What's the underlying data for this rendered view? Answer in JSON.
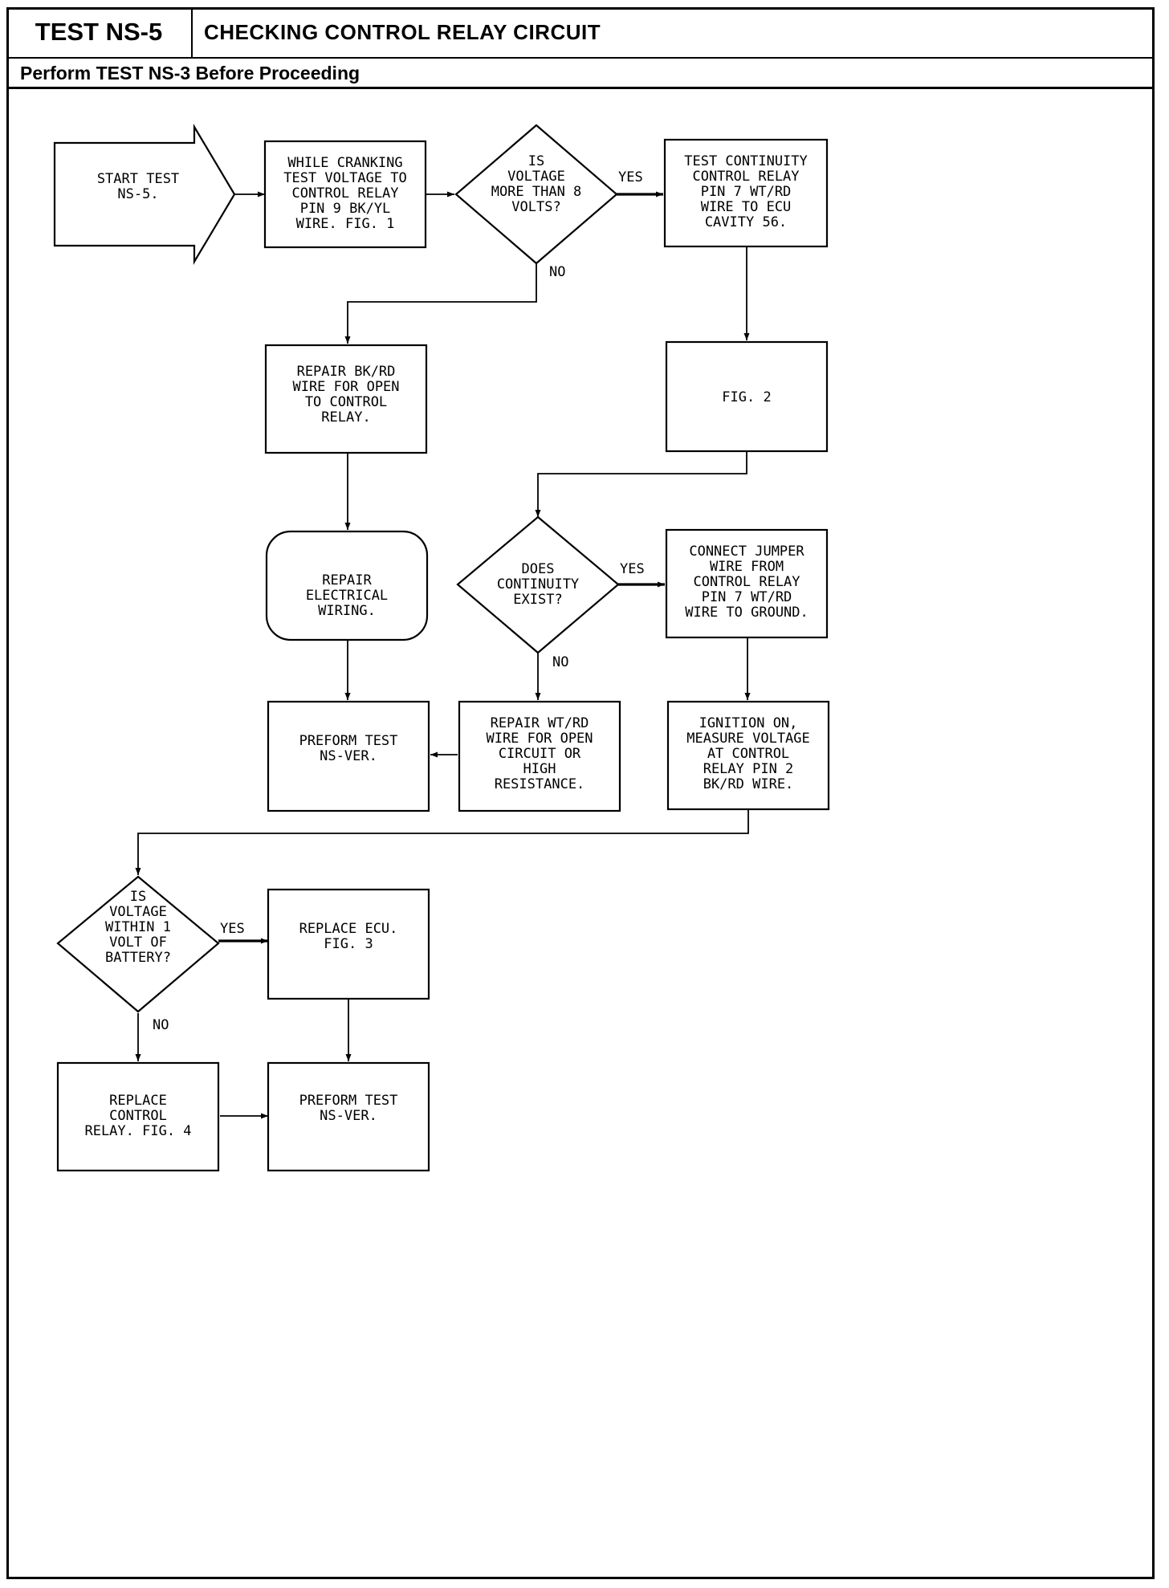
{
  "header": {
    "test_id": "TEST NS-5",
    "title": "CHECKING CONTROL RELAY CIRCUIT",
    "prerequisite": "Perform TEST NS-3 Before Proceeding"
  },
  "flowchart": {
    "start": [
      "START TEST",
      "NS-5."
    ],
    "crank_check": [
      "WHILE CRANKING",
      "TEST VOLTAGE TO",
      "CONTROL RELAY",
      "PIN 9 BK/YL",
      "WIRE. FIG. 1"
    ],
    "q_voltage_8v": [
      "IS",
      "VOLTAGE",
      "MORE THAN 8",
      "VOLTS?"
    ],
    "test_continuity": [
      "TEST CONTINUITY",
      "CONTROL RELAY",
      "PIN 7 WT/RD",
      "WIRE TO ECU",
      "CAVITY 56."
    ],
    "repair_bkrd": [
      "REPAIR BK/RD",
      "WIRE FOR OPEN",
      "TO CONTROL",
      "RELAY."
    ],
    "fig2": [
      "FIG. 2"
    ],
    "repair_wiring": [
      "REPAIR",
      "ELECTRICAL",
      "WIRING."
    ],
    "q_continuity": [
      "DOES",
      "CONTINUITY",
      "EXIST?"
    ],
    "connect_jumper": [
      "CONNECT JUMPER",
      "WIRE FROM",
      "CONTROL RELAY",
      "PIN 7 WT/RD",
      "WIRE TO GROUND."
    ],
    "perform_ver_1": [
      "PREFORM TEST",
      "NS-VER."
    ],
    "repair_wtrd": [
      "REPAIR WT/RD",
      "WIRE FOR OPEN",
      "CIRCUIT OR",
      "HIGH",
      "RESISTANCE."
    ],
    "ignition_on": [
      "IGNITION ON,",
      "MEASURE VOLTAGE",
      "AT CONTROL",
      "RELAY PIN 2",
      "BK/RD WIRE."
    ],
    "q_battery": [
      "IS",
      "VOLTAGE",
      "WITHIN 1",
      "VOLT OF",
      "BATTERY?"
    ],
    "replace_ecu": [
      "REPLACE ECU.",
      "FIG. 3"
    ],
    "replace_relay": [
      "REPLACE",
      "CONTROL",
      "RELAY. FIG. 4"
    ],
    "perform_ver_2": [
      "PREFORM TEST",
      "NS-VER."
    ],
    "labels": {
      "yes": "YES",
      "no": "NO"
    }
  }
}
